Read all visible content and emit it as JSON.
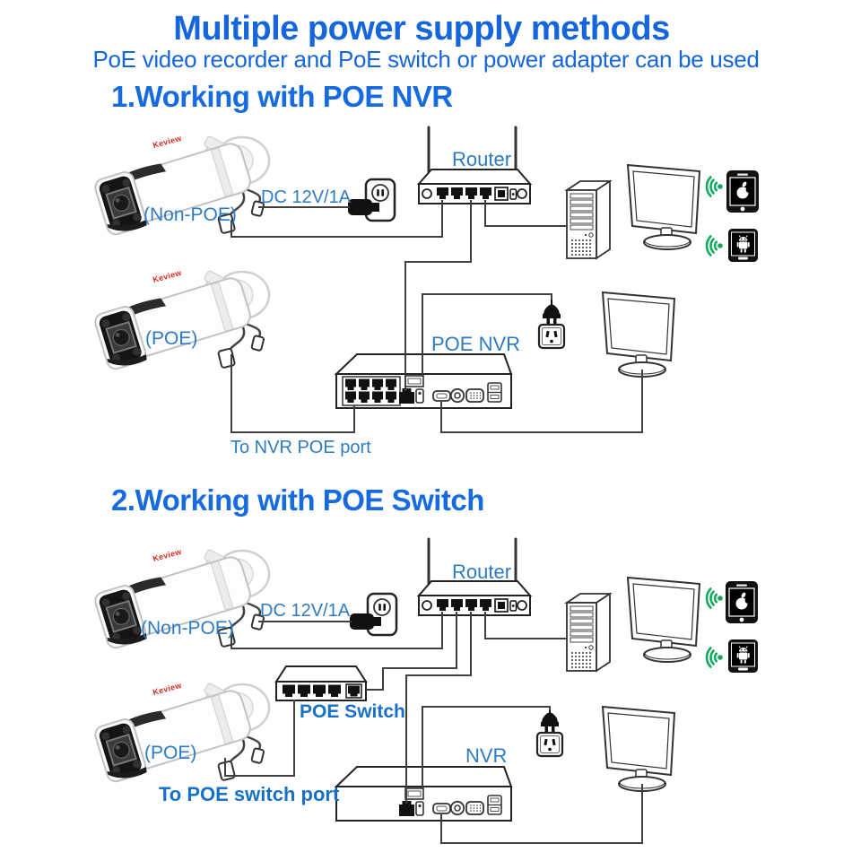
{
  "title": "Multiple power supply methods",
  "subtitle": "PoE video recorder and PoE switch or power adapter can be used",
  "camera_brand": "Keview",
  "colors": {
    "heading_blue": "#1565dc",
    "section_heading_blue": "#176be0",
    "label_blue": "#2e7bc3",
    "strong_label_blue": "#1771c9",
    "brand_red": "#d42a1e",
    "wifi_green": "#12ab5e",
    "cable_gray": "#3f3f3f"
  },
  "icons": {
    "wifi": "wifi-arcs-icon",
    "apple_phone": "apple-logo-icon",
    "android_phone": "android-robot-icon"
  },
  "sections": [
    {
      "heading": "1.Working with POE NVR",
      "labels": {
        "non_poe_camera": "(Non-POE)",
        "poe_camera": "(POE)",
        "power": "DC 12V/1A",
        "router": "Router",
        "recorder": "POE NVR",
        "wire_note": "To NVR POE port"
      }
    },
    {
      "heading": "2.Working with POE Switch",
      "labels": {
        "non_poe_camera": "(Non-POE)",
        "poe_camera": "(POE)",
        "power": "DC 12V/1A",
        "router": "Router",
        "switch": "POE Switch",
        "recorder": "NVR",
        "wire_note": "To POE switch port"
      }
    }
  ]
}
